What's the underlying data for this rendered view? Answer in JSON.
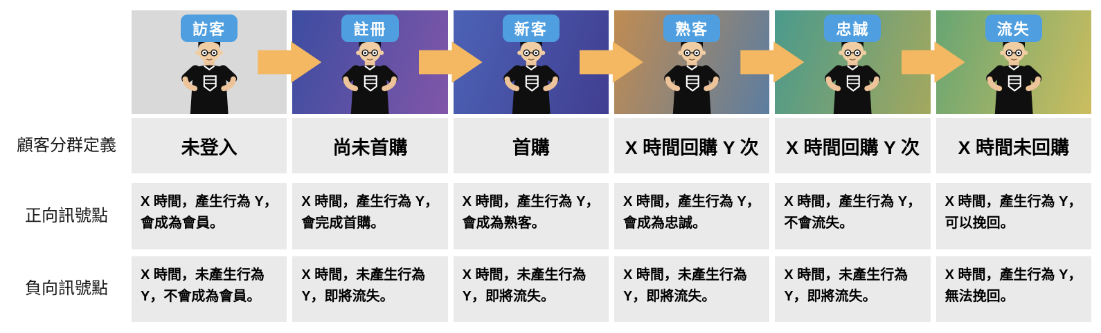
{
  "row_labels": {
    "definition": "顧客分群定義",
    "positive": "正向訊號點",
    "negative": "負向訊號點"
  },
  "stages": [
    {
      "badge": "訪客",
      "definition": "未登入",
      "positive": "X 時間，產生行為 Y，會成為會員。",
      "negative": "X 時間，未產生行為 Y，不會成為會員。"
    },
    {
      "badge": "註冊",
      "definition": "尚未首購",
      "positive": "X 時間，產生行為 Y，會完成首購。",
      "negative": "X 時間，未產生行為 Y，即將流失。"
    },
    {
      "badge": "新客",
      "definition": "首購",
      "positive": "X 時間，產生行為 Y，會成為熟客。",
      "negative": "X 時間，未產生行為 Y，即將流失。"
    },
    {
      "badge": "熟客",
      "definition": "X 時間回購 Y 次",
      "positive": "X 時間，產生行為 Y，會成為忠誠。",
      "negative": "X 時間，未產生行為 Y，即將流失。"
    },
    {
      "badge": "忠誠",
      "definition": "X 時間回購 Y 次",
      "positive": "X 時間，產生行為 Y，不會流失。",
      "negative": "X 時間，未產生行為 Y，即將流失。"
    },
    {
      "badge": "流失",
      "definition": "X 時間未回購",
      "positive": "X 時間，產生行為 Y，可以挽回。",
      "negative": "X 時間，產生行為 Y，無法挽回。"
    }
  ],
  "colors": {
    "badge_bg": "#4f9fe0",
    "badge_text": "#ffffff",
    "cell_bg": "#eaeaea",
    "arrow": "#f3b861",
    "stage_gradients": [
      [
        "#d9d9d9",
        "#d9d9d9"
      ],
      [
        "#3c4da1",
        "#8156a8"
      ],
      [
        "#4c62b5",
        "#413e91"
      ],
      [
        "#c08c52",
        "#5c7da0"
      ],
      [
        "#4a9a8c",
        "#a3a85e"
      ],
      [
        "#67a573",
        "#ccbd5f"
      ]
    ]
  }
}
